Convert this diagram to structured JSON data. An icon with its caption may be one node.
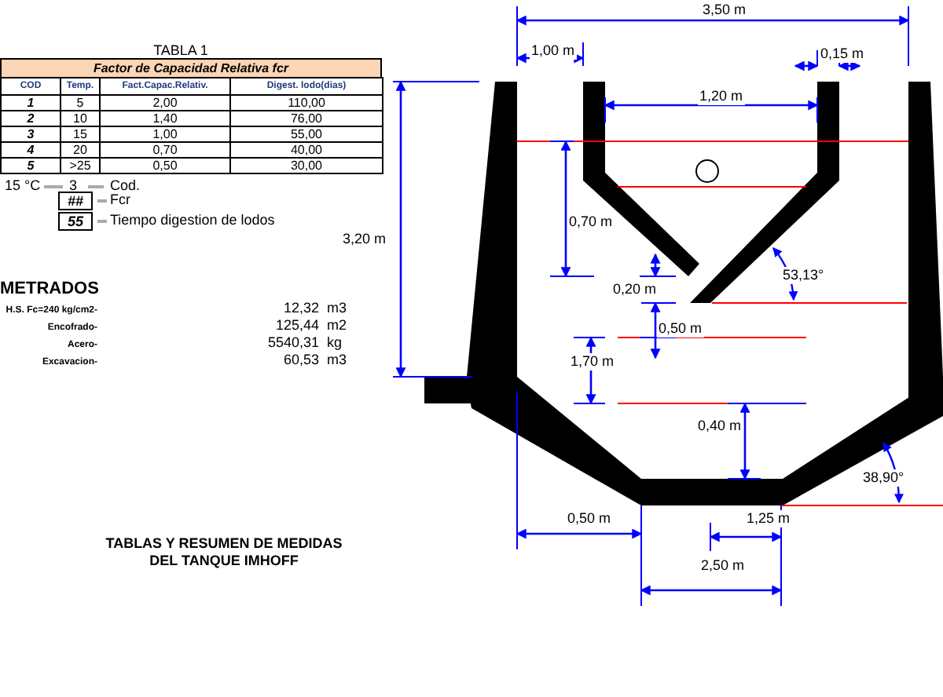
{
  "diagram": {
    "labels": [
      "TABLA 1",
      "Factor de Capacidad Relativa fcr",
      "COD",
      "Temp.",
      "Fact.Capac.Relativ.",
      "Digest. lodo(dias)",
      "1",
      "5",
      "2,00",
      "110,00",
      "2",
      "10",
      "1,40",
      "76,00",
      "3",
      "15",
      "1,00",
      "55,00",
      "4",
      "20",
      "0,70",
      "40,00",
      "5",
      ">25",
      "0,50",
      "30,00",
      "15 °C",
      "3",
      "Cod.",
      "##",
      "Fcr",
      "55",
      "Tiempo digestion de lodos",
      "3,20 m",
      "METRADOS",
      "H.S. Fc=240 kg/cm2-",
      "12,32",
      "m3",
      "Encofrado-",
      "125,44",
      "m2",
      "Acero-",
      "5540,31",
      "kg",
      "Excavacion-",
      "60,53",
      "m3",
      "TABLAS Y RESUMEN DE MEDIDAS DEL TANQUE IMHOFF",
      "3,50 m",
      "1,00 m",
      "0,15 m",
      "1,20 m",
      "0,70 m",
      "0,20 m",
      "53,13°",
      "0,50 m",
      "1,70 m",
      "0,40 m",
      "38,90°",
      "0,50 m",
      "1,25 m",
      "2,50 m"
    ]
  }
}
